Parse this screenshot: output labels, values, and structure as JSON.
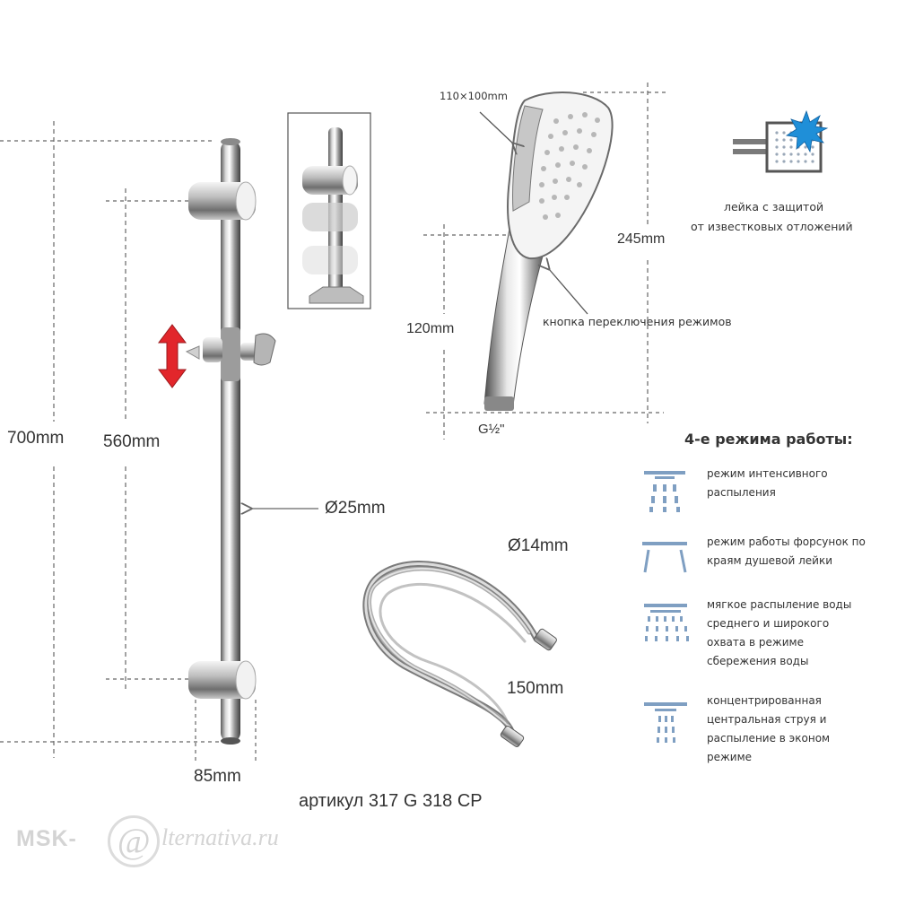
{
  "dimensions": {
    "total_height": "700mm",
    "bracket_spacing": "560mm",
    "rod_diameter": "Ø25mm",
    "wall_offset": "85mm",
    "head_size": "110×100mm",
    "head_length": "245mm",
    "handle_length": "120mm",
    "thread": "G½\"",
    "hose_diameter": "Ø14mm",
    "hose_length": "150mm"
  },
  "annotations": {
    "anti_limescale_line1": "лейка с защитой",
    "anti_limescale_line2": "от известковых отложений",
    "mode_button": "кнопка переключения режимов"
  },
  "modes": {
    "heading": "4-е режима работы:",
    "items": [
      {
        "lines": [
          "режим интенсивного",
          "распыления"
        ],
        "icon": "intensive-spray-icon"
      },
      {
        "lines": [
          "режим работы форсунок по",
          "краям душевой лейки"
        ],
        "icon": "edge-nozzles-icon"
      },
      {
        "lines": [
          "мягкое распыление воды",
          "среднего и широкого",
          "охвата в режиме",
          "сбережения воды"
        ],
        "icon": "soft-spray-icon"
      },
      {
        "lines": [
          "концентрированная",
          "центральная струя и",
          "распыление в эконом",
          "режиме"
        ],
        "icon": "concentrated-jet-icon"
      }
    ],
    "icon_color": "#7f9fc2"
  },
  "article": "артикул  317 G 318 CP",
  "logo": {
    "main": "MSK-",
    "at": "@",
    "tail": "lternativa.ru"
  },
  "colors": {
    "arrow_red": "#e2262b",
    "dashed": "#666666",
    "chrome_dark": "#6f6f6f",
    "chrome_light": "#f4f4f4",
    "splash_blue": "#1f8fd8"
  }
}
